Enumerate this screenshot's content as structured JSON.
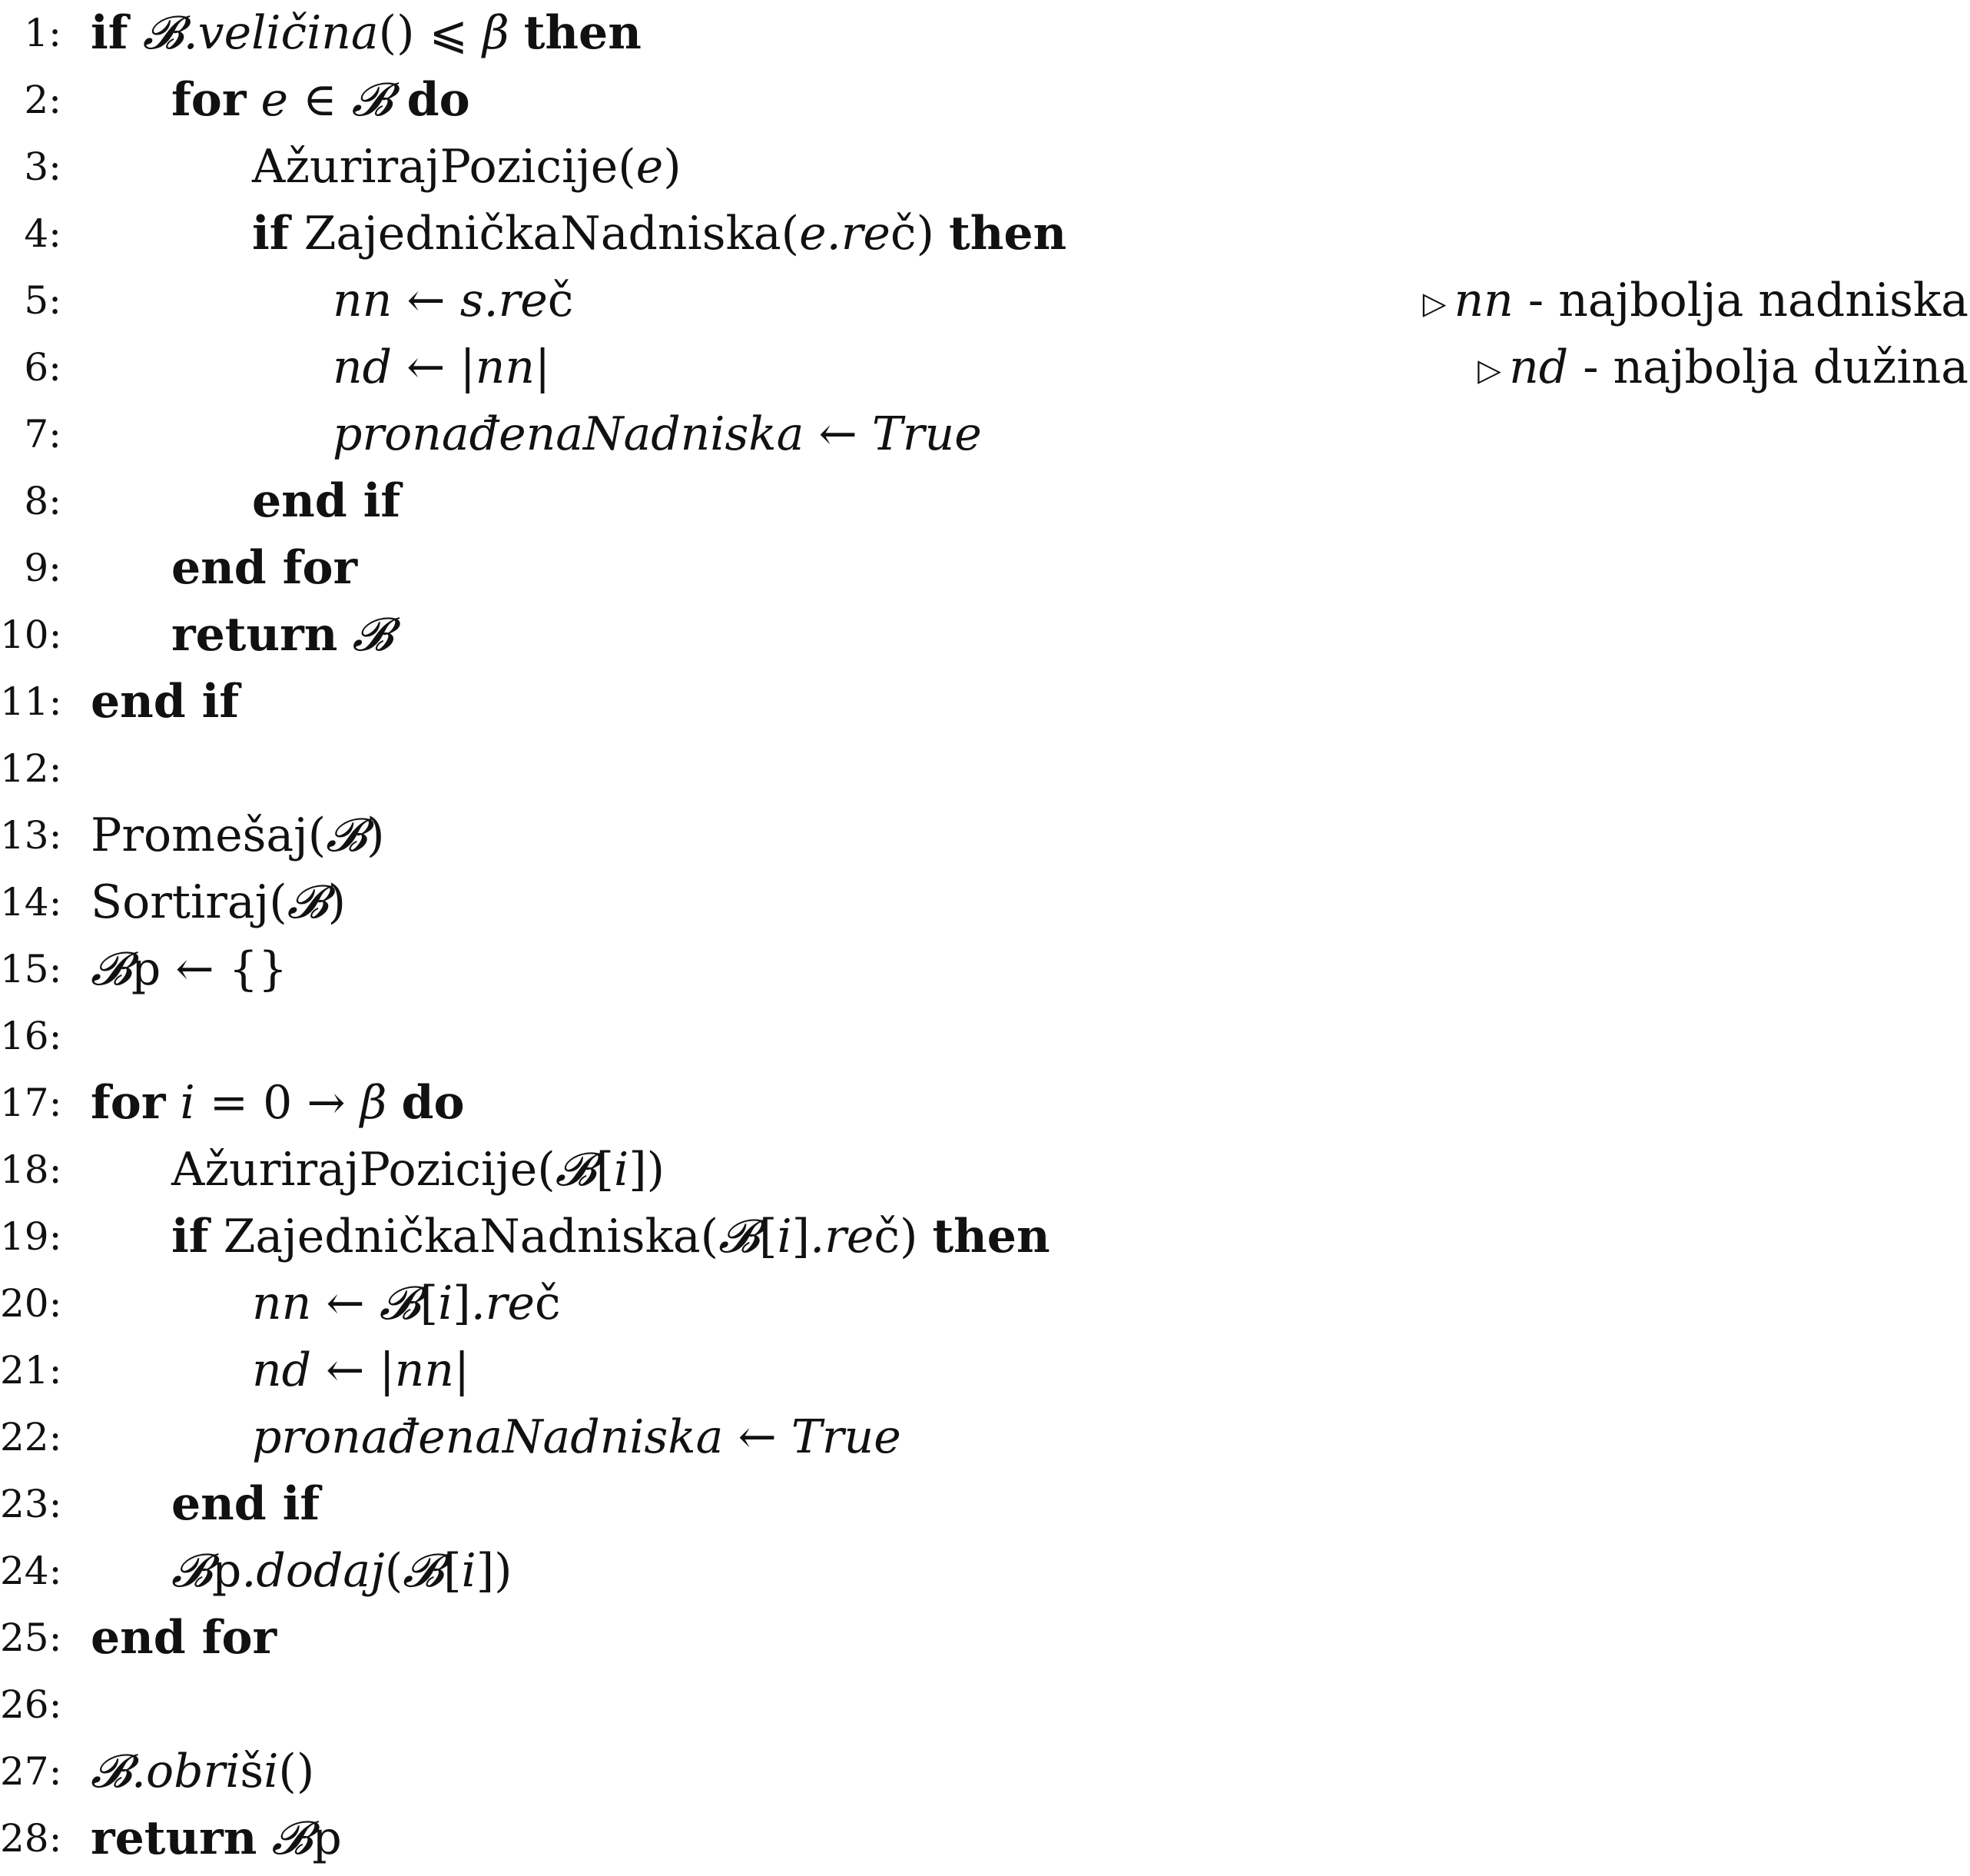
{
  "symbols": {
    "calB": "𝓑",
    "beta": "β",
    "leq": "⩽",
    "in": "∈",
    "larrow": "←",
    "rarrow": "→",
    "triangle": "▷"
  },
  "keywords": {
    "if": "if",
    "then": "then",
    "for": "for",
    "do": "do",
    "end_if": "end if",
    "end_for": "end for",
    "return": "return"
  },
  "lines": [
    {
      "n": "1:",
      "method": ".veličina",
      "parens": "()"
    },
    {
      "n": "2:",
      "var": "e"
    },
    {
      "n": "3:",
      "func": "AžurirajPozicije",
      "open": "(",
      "arg": "e",
      "close": ")"
    },
    {
      "n": "4:",
      "func": "ZajedničkaNadniska",
      "open": "(",
      "arg": "e",
      "dot": ".",
      "field": "re",
      "field_plain": "č",
      "close": ")"
    },
    {
      "n": "5:",
      "lhs": "nn",
      "rhs_a": "s",
      "rhs_b": ".re",
      "rhs_c": "č",
      "comment_var": "nn",
      "comment_text": " - najbolja nadniska"
    },
    {
      "n": "6:",
      "lhs": "nd",
      "bar": "|",
      "rhs": "nn",
      "comment_var": "nd",
      "comment_text": " - najbolja dužina"
    },
    {
      "n": "7:",
      "lhs_a": "prona",
      "lhs_b": "đ",
      "lhs_c": "enaNadniska",
      "rhs": "True"
    },
    {
      "n": "8:"
    },
    {
      "n": "9:"
    },
    {
      "n": "10:"
    },
    {
      "n": "11:"
    },
    {
      "n": "12:"
    },
    {
      "n": "13:",
      "func": "Promešaj",
      "open": "(",
      "close": ")"
    },
    {
      "n": "14:",
      "func": "Sortiraj",
      "open": "(",
      "close": ")"
    },
    {
      "n": "15:",
      "suffix": "p",
      "rhs": "{}"
    },
    {
      "n": "16:"
    },
    {
      "n": "17:",
      "var": "i",
      "eq": " = 0 ",
      "rhs": "β"
    },
    {
      "n": "18:",
      "func": "AžurirajPozicije",
      "open": "(",
      "idx_open": "[",
      "idx": "i",
      "idx_close": "]",
      "close": ")"
    },
    {
      "n": "19:",
      "func": "ZajedničkaNadniska",
      "open": "(",
      "idx_open": "[",
      "idx": "i",
      "idx_close": "]",
      "dot": ".",
      "field": "re",
      "field_plain": "č",
      "close": ")"
    },
    {
      "n": "20:",
      "lhs": "nn",
      "idx_open": "[",
      "idx": "i",
      "idx_close": "]",
      "dot": ".",
      "field": "re",
      "field_plain": "č"
    },
    {
      "n": "21:",
      "lhs": "nd",
      "bar": "|",
      "rhs": "nn"
    },
    {
      "n": "22:",
      "lhs_a": "prona",
      "lhs_b": "đ",
      "lhs_c": "enaNadniska",
      "rhs": "True"
    },
    {
      "n": "23:"
    },
    {
      "n": "24:",
      "suffix": "p",
      "method": ".dodaj",
      "open": "(",
      "idx_open": "[",
      "idx": "i",
      "idx_close": "]",
      "close": ")"
    },
    {
      "n": "25:"
    },
    {
      "n": "26:"
    },
    {
      "n": "27:",
      "method_a": ".obri",
      "method_b": "š",
      "method_c": "i",
      "parens": "()"
    },
    {
      "n": "28:",
      "suffix": "p"
    }
  ]
}
